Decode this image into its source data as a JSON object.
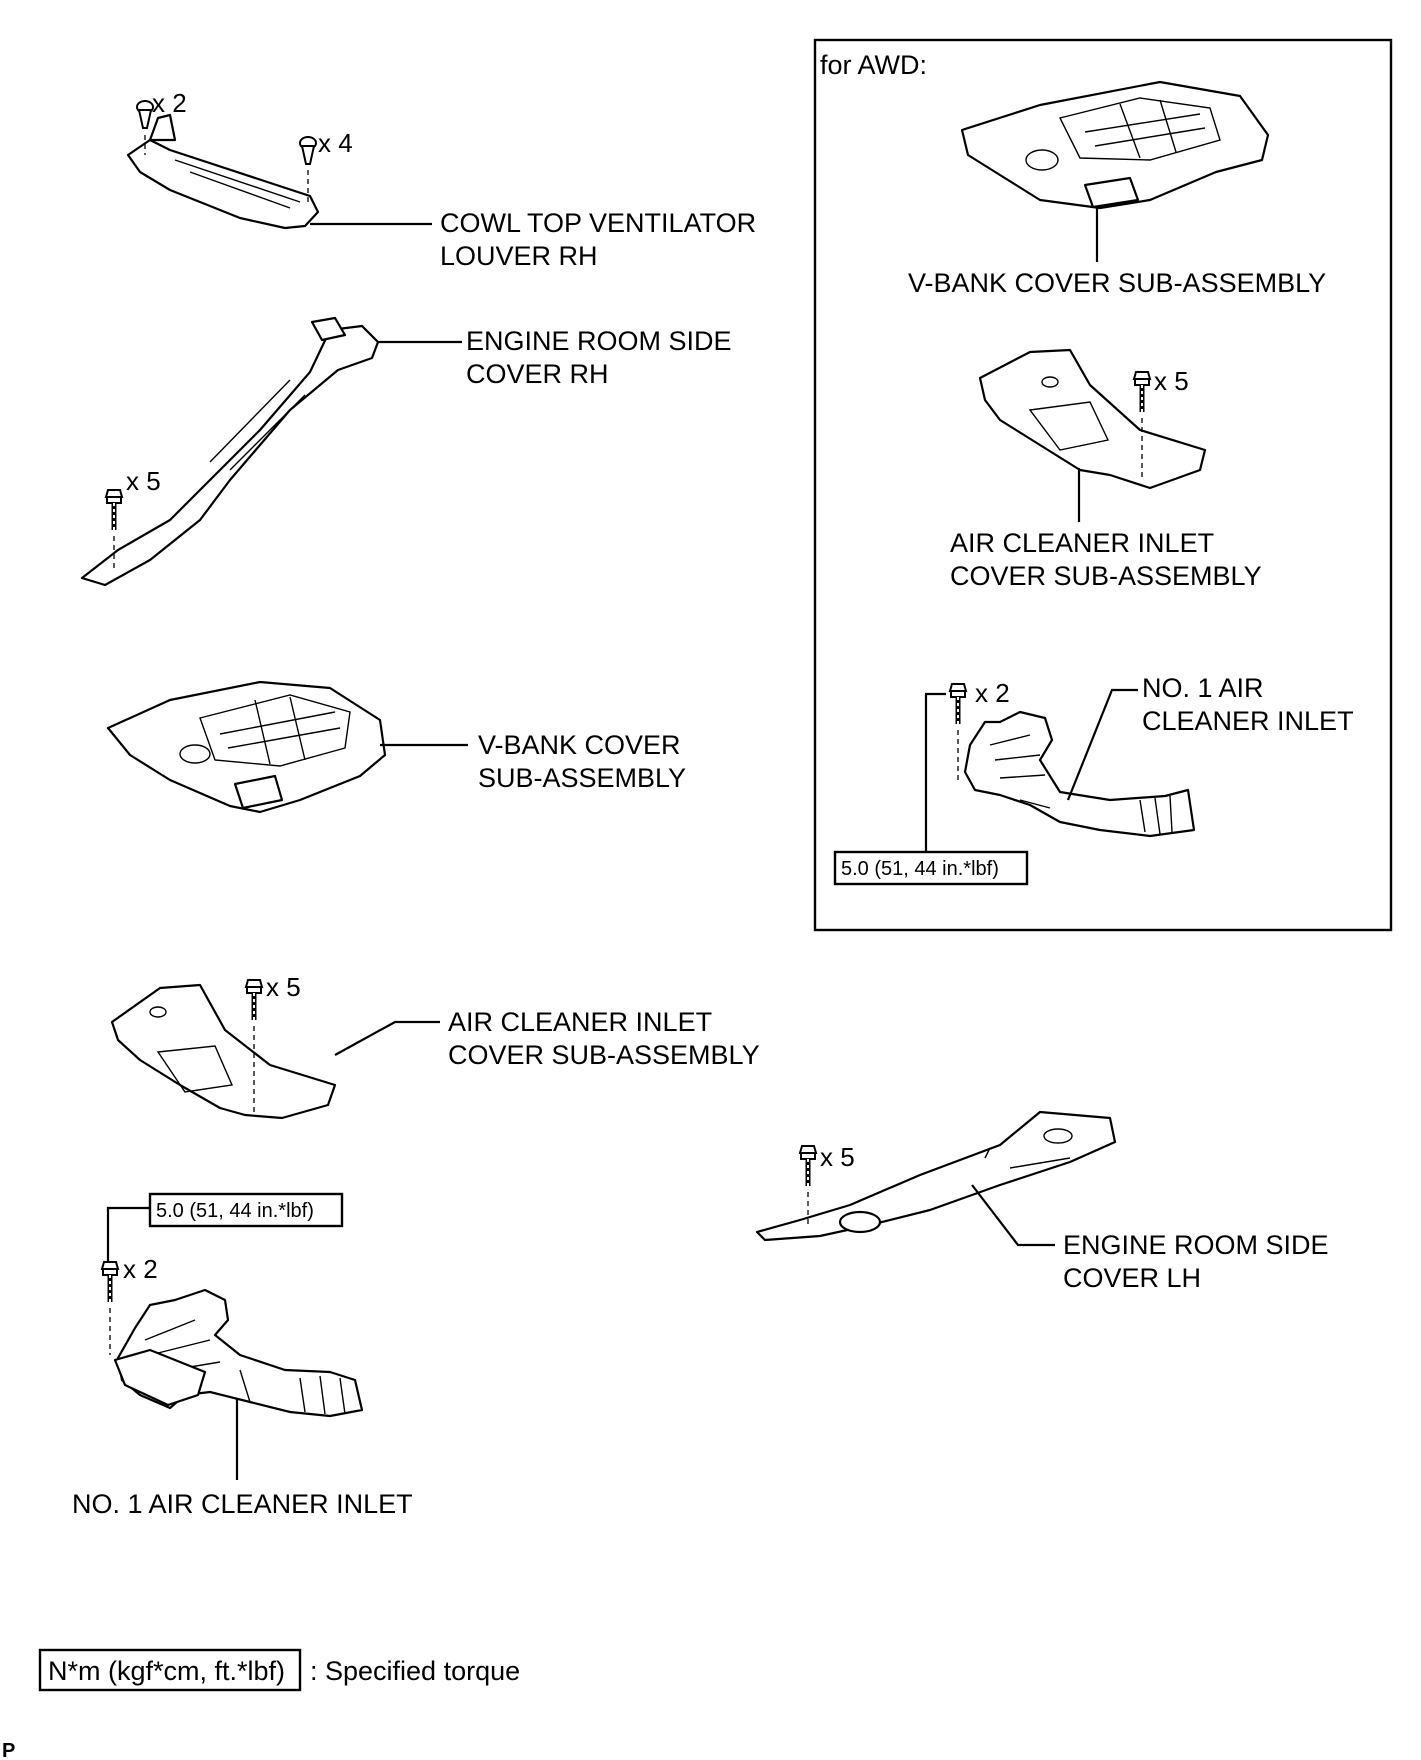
{
  "awd_panel": {
    "title": "for AWD:",
    "vbank_label": [
      "V-BANK COVER SUB-ASSEMBLY"
    ],
    "aci_cover_label": [
      "AIR CLEANER INLET",
      "COVER SUB-ASSEMBLY"
    ],
    "aci_cover_qty": "x 5",
    "no1_inlet_label": [
      "NO. 1 AIR",
      "CLEANER INLET"
    ],
    "no1_inlet_qty": "x 2",
    "torque": "5.0 (51, 44 in.*lbf)"
  },
  "cowl_top": {
    "label": [
      "COWL TOP VENTILATOR",
      "LOUVER RH"
    ],
    "qty_clip": "x 2",
    "qty_bolt": "x 4"
  },
  "side_cover_rh": {
    "label": [
      "ENGINE ROOM SIDE",
      "COVER RH"
    ],
    "qty": "x 5"
  },
  "vbank_cover": {
    "label": [
      "V-BANK COVER",
      "SUB-ASSEMBLY"
    ]
  },
  "aci_cover": {
    "label": [
      "AIR CLEANER INLET",
      "COVER SUB-ASSEMBLY"
    ],
    "qty": "x 5"
  },
  "side_cover_lh": {
    "label": [
      "ENGINE ROOM SIDE",
      "COVER LH"
    ],
    "qty": "x 5"
  },
  "no1_inlet": {
    "label": [
      "NO. 1 AIR CLEANER INLET"
    ],
    "qty": "x 2",
    "torque": "5.0 (51, 44 in.*lbf)"
  },
  "legend": {
    "box_text": "N*m (kgf*cm, ft.*lbf)",
    "desc": ": Specified torque"
  },
  "corner_mark": "P"
}
